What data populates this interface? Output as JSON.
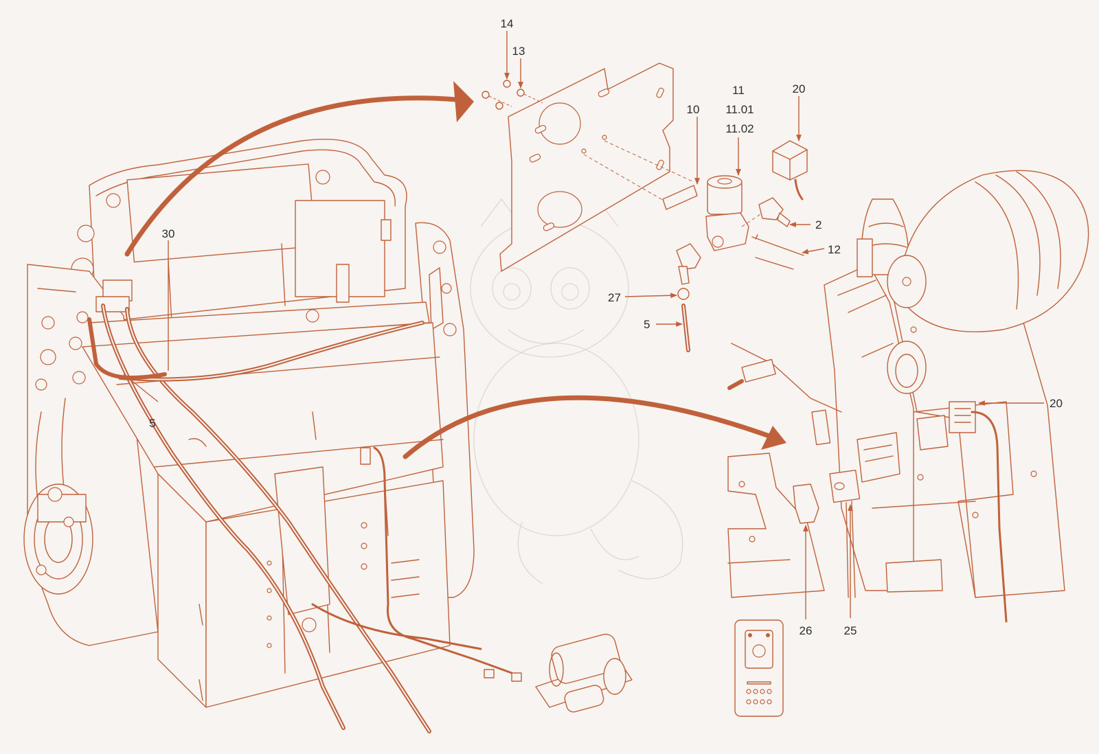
{
  "callouts": {
    "c14": "14",
    "c13": "13",
    "c11": "11",
    "c1101": "11.01",
    "c1102": "11.02",
    "c10": "10",
    "c20a": "20",
    "c2": "2",
    "c12": "12",
    "c27": "27",
    "c5a": "5",
    "c30": "30",
    "c5b": "5",
    "c20b": "20",
    "c26": "26",
    "c25": "25"
  },
  "colors": {
    "line": "#c0613b",
    "background": "#f7f4f1",
    "label": "#2d2d2d"
  }
}
